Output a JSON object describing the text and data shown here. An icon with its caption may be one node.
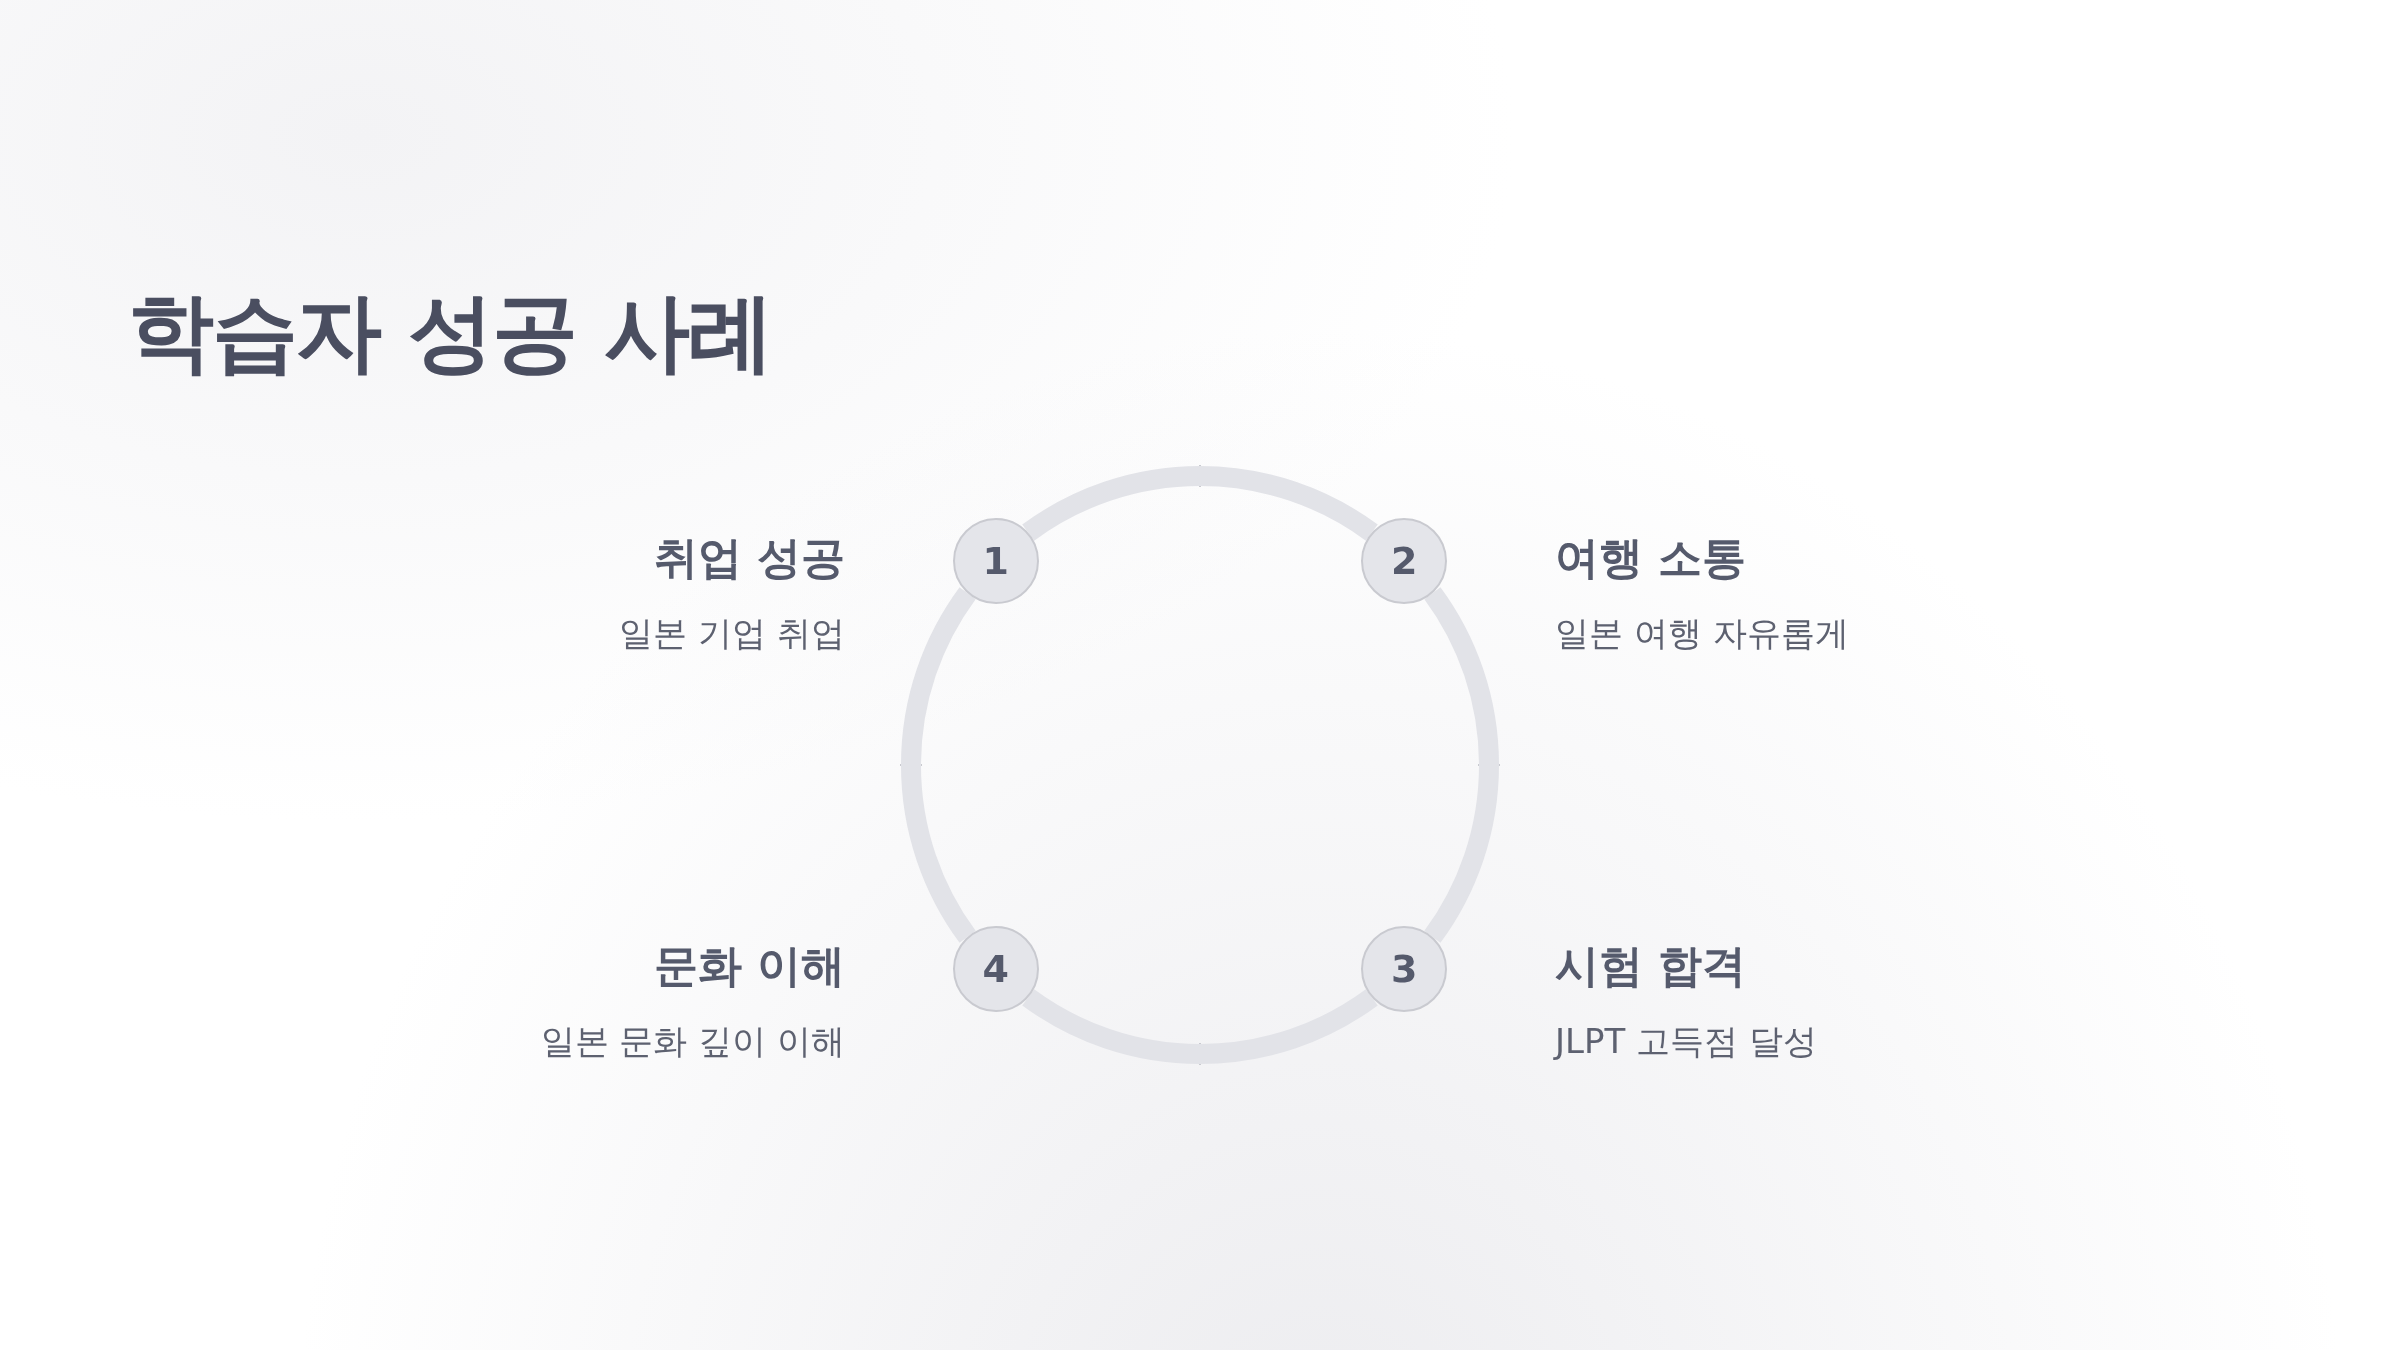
{
  "diagram": {
    "title": "학습자 성공 사례",
    "nodes": [
      {
        "text": [
          "1"
        ],
        "beside": [
          "취업 성공",
          "일본 기업 취업"
        ]
      },
      {
        "text": [
          "2"
        ],
        "beside": [
          "여행 소통",
          "일본 여행 자유롭게"
        ]
      },
      {
        "text": [
          "3"
        ],
        "beside": [
          "시험 합격",
          "JLPT 고득점 달성"
        ]
      },
      {
        "text": [
          "4"
        ],
        "beside": [
          "문화 이해",
          "일본 문화 깊이 이해"
        ]
      }
    ],
    "edges": [
      {
        "from": 0,
        "to": 1,
        "arrow": "none"
      },
      {
        "from": 1,
        "to": 2,
        "arrow": "none"
      },
      {
        "from": 2,
        "to": 3,
        "arrow": "none"
      },
      {
        "from": 3,
        "to": 0,
        "arrow": "none"
      }
    ]
  }
}
